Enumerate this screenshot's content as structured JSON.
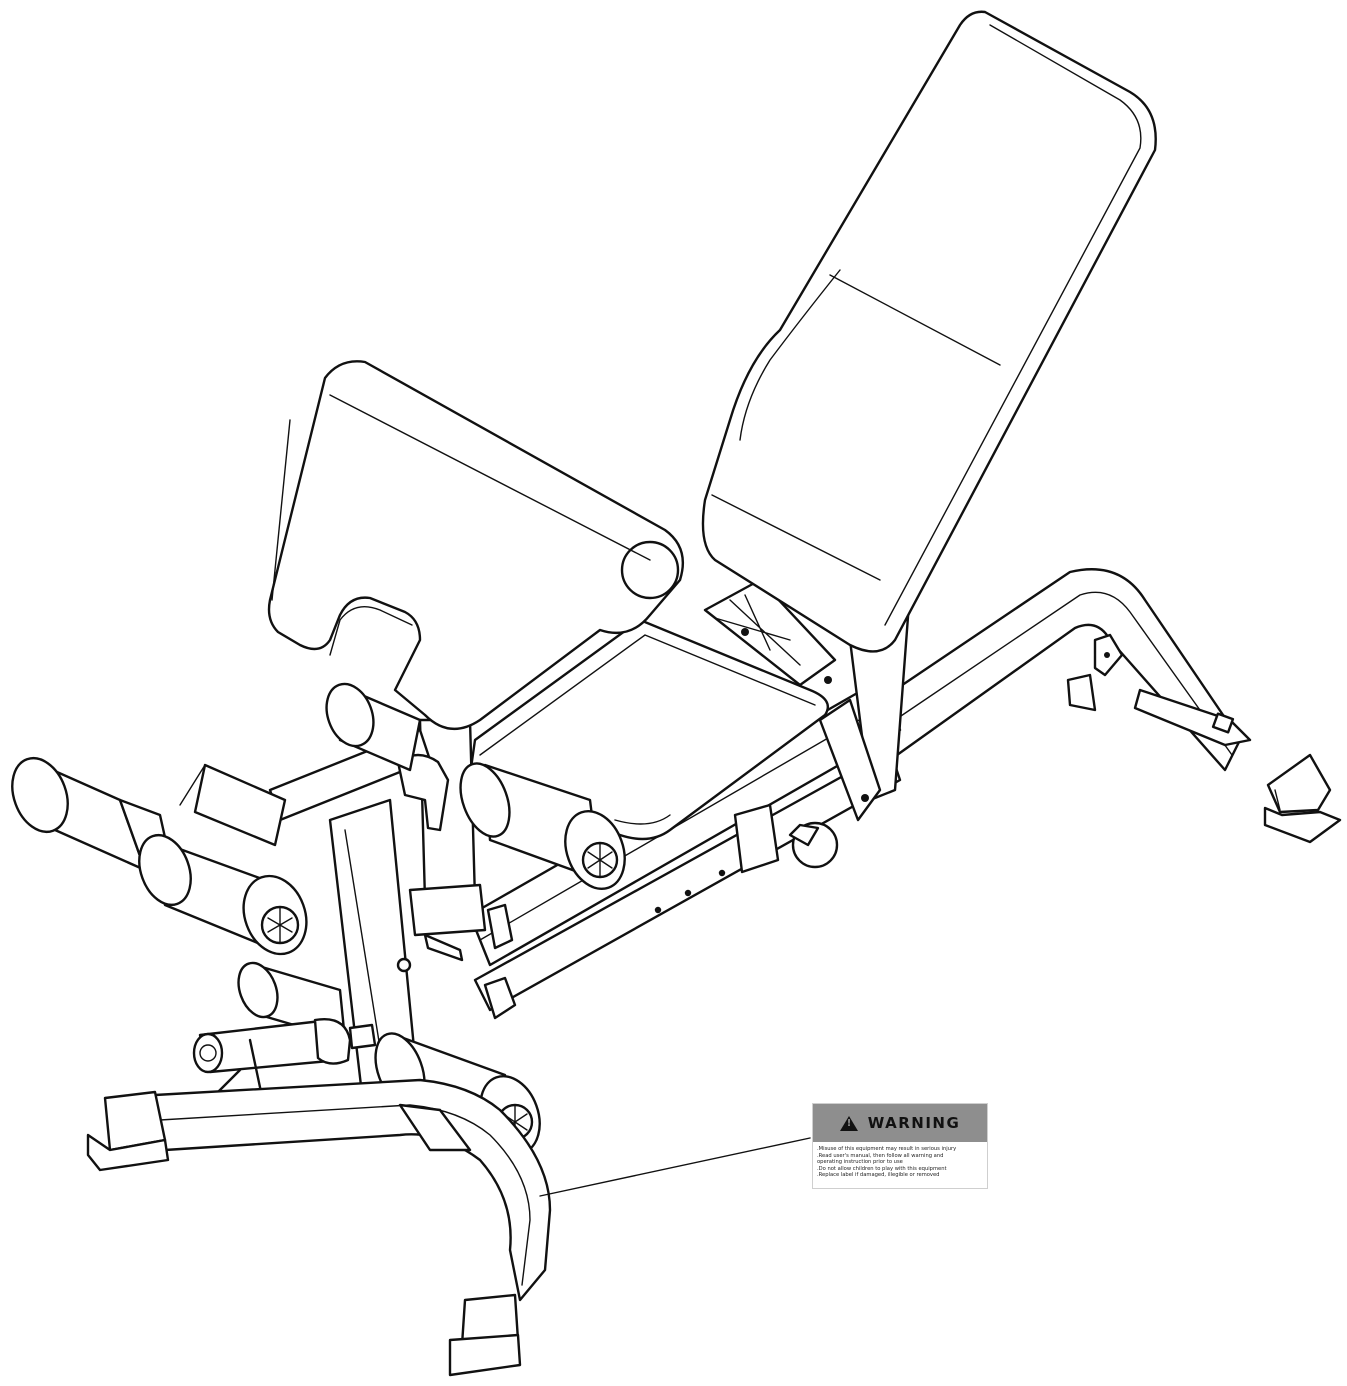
{
  "warning": {
    "title": "WARNING",
    "icon": "warning-triangle-icon",
    "lines": [
      ".Misuse of this equipment may result in serious injury",
      ".Read user's manual, then follow all warning and",
      "operating instruction prior to use",
      ".Do not allow children to play with this equipment",
      ".Replace label if damaged, illegible or removed"
    ]
  },
  "colors": {
    "line": "#111111",
    "label_header": "#8e8e8e",
    "background": "#ffffff"
  }
}
